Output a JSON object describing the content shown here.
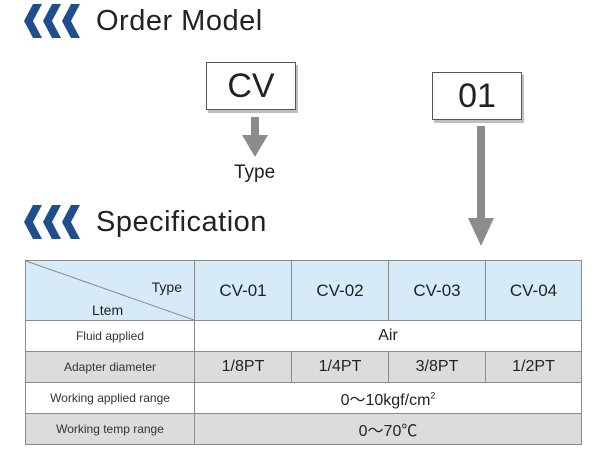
{
  "order_model": {
    "title": "Order Model",
    "code_prefix": "CV",
    "code_suffix": "01",
    "prefix_meaning": "Type"
  },
  "specification": {
    "title": "Specification",
    "header": {
      "corner_top": "Type",
      "corner_bottom": "Ltem",
      "models": [
        "CV-01",
        "CV-02",
        "CV-03",
        "CV-04"
      ]
    },
    "rows": [
      {
        "label": "Fluid applied",
        "value": "Air"
      },
      {
        "label": "Adapter diameter",
        "values": [
          "1/8PT",
          "1/4PT",
          "3/8PT",
          "1/2PT"
        ]
      },
      {
        "label": "Working applied range",
        "value": "0～10kgf/cm",
        "value_superscript": "2"
      },
      {
        "label": "Working temp range",
        "value": "0～70℃"
      }
    ]
  },
  "colors": {
    "chevron": "#1f4e8c",
    "header_fill": "#d6eaf8",
    "stripe_fill": "#dcdcdc",
    "arrow": "#8c8c8c"
  }
}
